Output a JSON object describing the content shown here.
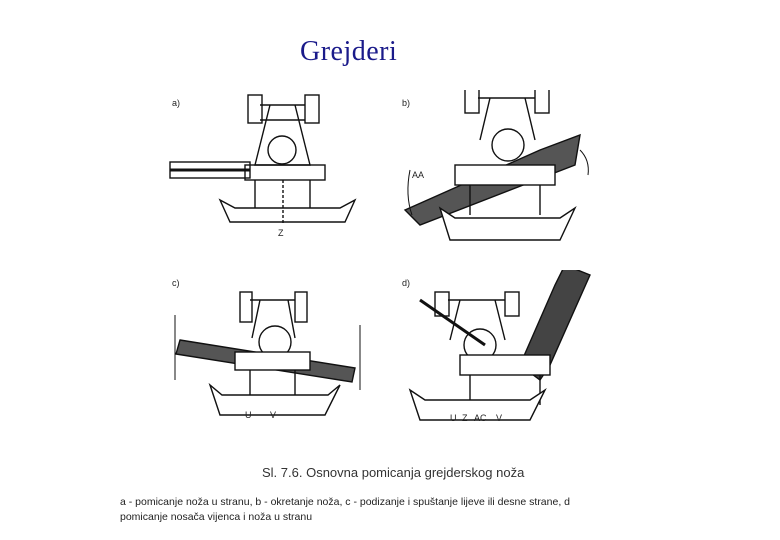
{
  "slide": {
    "title": "Grejderi"
  },
  "figure": {
    "panels": [
      {
        "label": "a)",
        "markers": [
          "Z"
        ]
      },
      {
        "label": "b)",
        "markers": [
          "AA"
        ]
      },
      {
        "label": "c)",
        "markers": [
          "U",
          "V"
        ]
      },
      {
        "label": "d)",
        "markers": [
          "U",
          "Z",
          "AC",
          "V"
        ]
      }
    ],
    "caption": "Sl. 7.6. Osnovna pomicanja grejderskog noža",
    "description_line1": "a - pomicanje noža u stranu, b - okretanje noža, c - podizanje i spuštanje lijeve ili desne strane, d",
    "description_line2": "pomicanje nosača vijenca i noža u stranu"
  }
}
